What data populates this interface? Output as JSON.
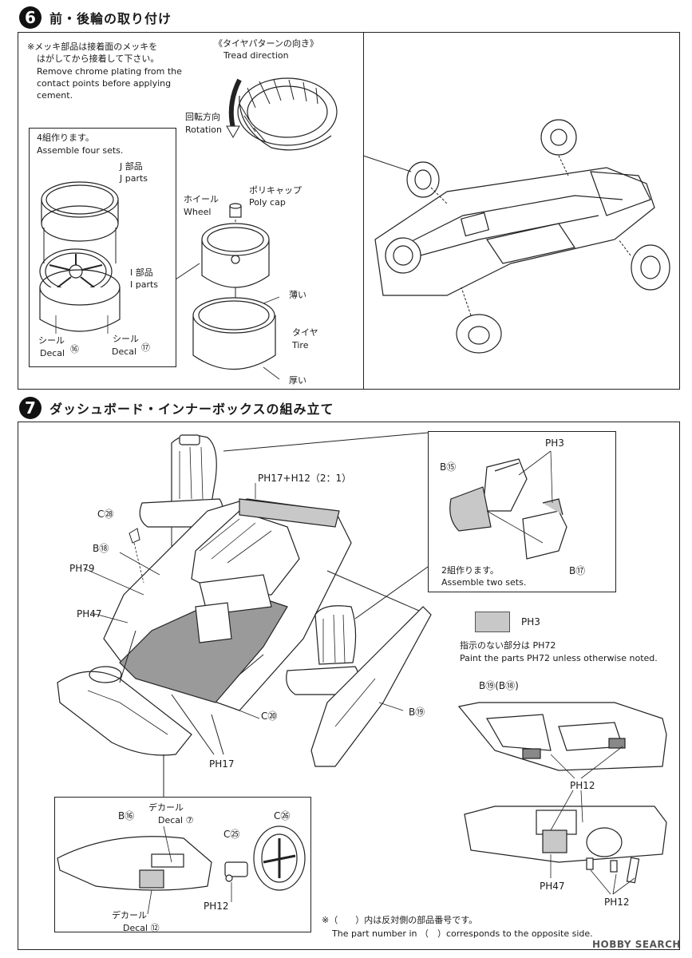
{
  "step6": {
    "number": "6",
    "title": "前・後輪の取り付け",
    "note_jp_1": "※メッキ部品は接着面のメッキを",
    "note_jp_2": "はがしてから接着して下さい。",
    "note_en_1": "Remove chrome plating from the",
    "note_en_2": "contact points before applying",
    "note_en_3": "cement.",
    "tread_jp": "《タイヤパターンの向き》",
    "tread_en": "Tread direction",
    "rotation_jp": "回転方向",
    "rotation_en": "Rotation",
    "assemble_jp": "4組作ります。",
    "assemble_en": "Assemble four sets.",
    "j_parts_jp": "J 部品",
    "j_parts_en": "J parts",
    "i_parts_jp": "I 部品",
    "i_parts_en": "I parts",
    "seal_jp": "シール",
    "decal_en": "Decal",
    "decal_16": "⑯",
    "decal_17": "⑰",
    "wheel_jp": "ホイール",
    "wheel_en": "Wheel",
    "polycap_jp": "ポリキャップ",
    "polycap_en": "Poly cap",
    "thin_jp": "薄い",
    "tire_jp": "タイヤ",
    "tire_en": "Tire",
    "thick_jp": "厚い"
  },
  "step7": {
    "number": "7",
    "title": "ダッシュボード・インナーボックスの組み立て",
    "mix_label": "PH17+H12（2：1）",
    "c28": "C㉘",
    "b18": "B⑱",
    "ph79": "PH79",
    "ph47": "PH47",
    "c20": "C⑳",
    "b19": "B⑲",
    "ph17": "PH17",
    "b15": "B⑮",
    "ph3": "PH3",
    "b17": "B⑰",
    "two_sets_jp": "2組作ります。",
    "two_sets_en": "Assemble two sets.",
    "legend_ph3": "PH3",
    "paint_jp": "指示のない部分は PH72",
    "paint_en": "Paint the parts PH72 unless otherwise noted.",
    "b19_b18": "B⑲(B⑱)",
    "ph12_a": "PH12",
    "ph47_b": "PH47",
    "ph12_b": "PH12",
    "b16": "B⑯",
    "decal7_jp": "デカール",
    "decal7_en": "Decal ⑦",
    "c25": "C㉕",
    "c26": "C㉖",
    "ph12_c": "PH12",
    "decal12_jp": "デカール",
    "decal12_en": "Decal ⑫",
    "footnote_jp": "※（　　）内は反対側の部品番号です。",
    "footnote_en": "The part number in （　）corresponds to the opposite side."
  },
  "watermark": "HOBBY SEARCH",
  "colors": {
    "line": "#222222",
    "gray_fill": "#c8c8c8",
    "floor_fill": "#9a9a9a"
  }
}
